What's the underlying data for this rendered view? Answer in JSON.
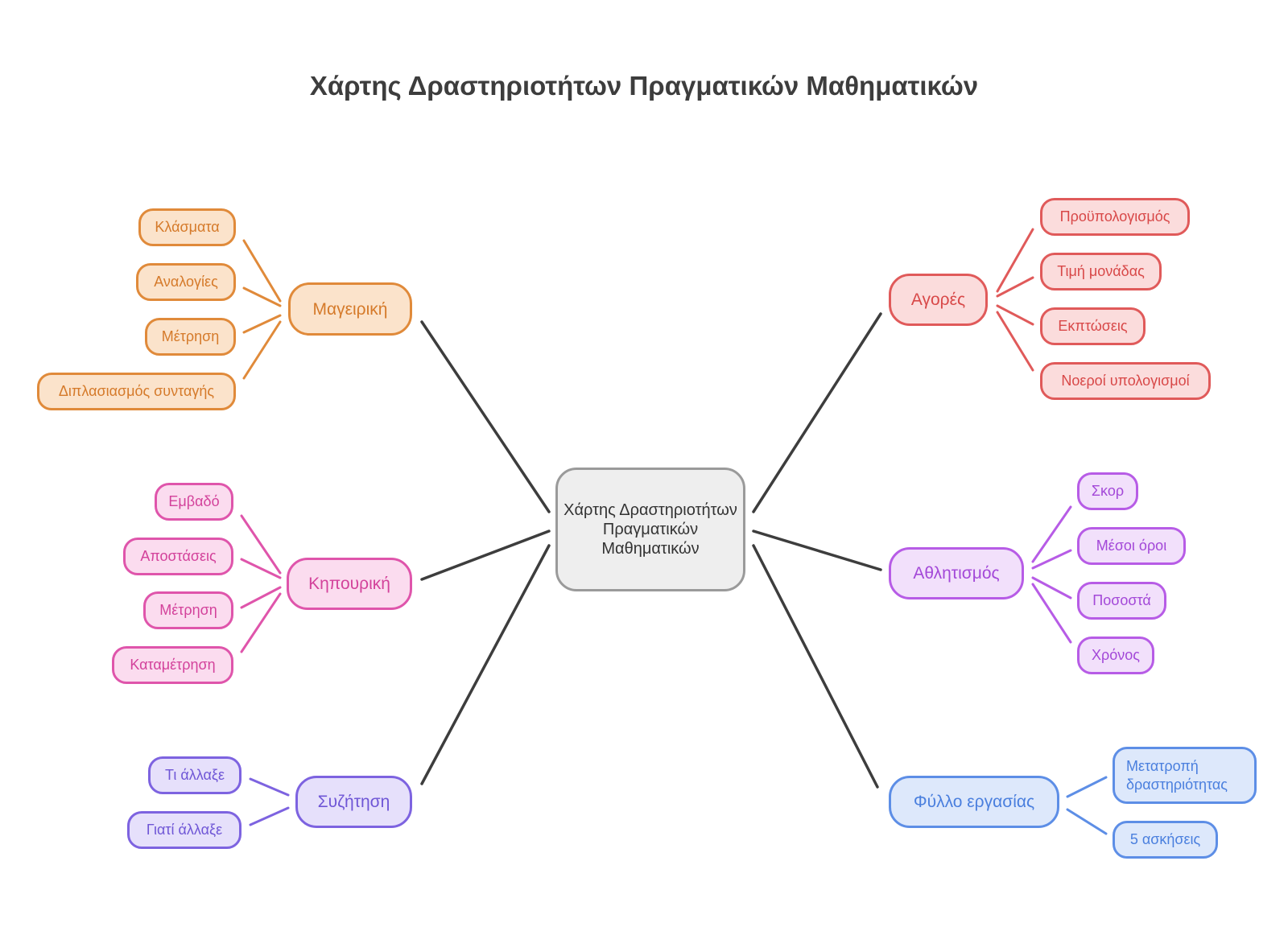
{
  "title": "Χάρτης Δραστηριοτήτων Πραγματικών Μαθηματικών",
  "center": "Χάρτης Δραστηριοτήτων Πραγματικών Μαθηματικών",
  "colors": {
    "hub_link": "#3d3d3d",
    "orange": "#e08a3a",
    "red": "#e05a5a",
    "pink": "#df55ab",
    "violet": "#b75ce6",
    "indigo": "#7d63e0",
    "blue": "#5d8ee6"
  },
  "branches": [
    {
      "label": "Μαγειρική",
      "color": "orange",
      "leaves": [
        "Κλάσματα",
        "Αναλογίες",
        "Μέτρηση",
        "Διπλασιασμός συνταγής"
      ]
    },
    {
      "label": "Κηπουρική",
      "color": "pink",
      "leaves": [
        "Εμβαδό",
        "Αποστάσεις",
        "Μέτρηση",
        "Καταμέτρηση"
      ]
    },
    {
      "label": "Συζήτηση",
      "color": "indigo",
      "leaves": [
        "Τι άλλαξε",
        "Γιατί άλλαξε"
      ]
    },
    {
      "label": "Αγορές",
      "color": "red",
      "leaves": [
        "Προϋπολογισμός",
        "Τιμή μονάδας",
        "Εκπτώσεις",
        "Νοεροί υπολογισμοί"
      ]
    },
    {
      "label": "Αθλητισμός",
      "color": "violet",
      "leaves": [
        "Σκορ",
        "Μέσοι όροι",
        "Ποσοστά",
        "Χρόνος"
      ]
    },
    {
      "label": "Φύλλο εργασίας",
      "color": "blue",
      "leaves": [
        "Μετατροπή δραστηριότητας",
        "5 ασκήσεις"
      ]
    }
  ]
}
